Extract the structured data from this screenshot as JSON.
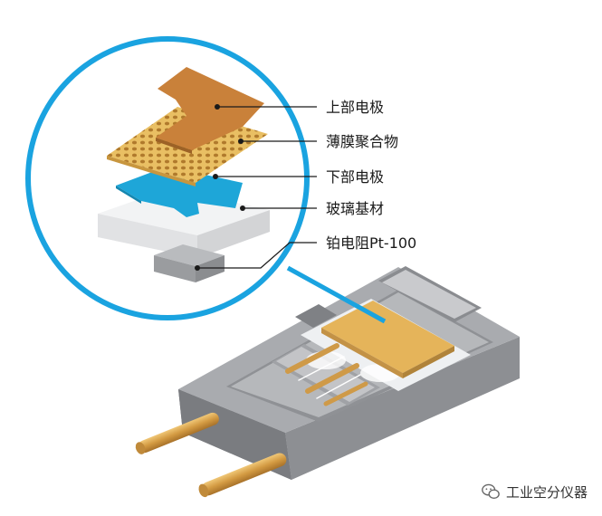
{
  "labels": {
    "top_electrode": "上部电极",
    "thin_film_polymer": "薄膜聚合物",
    "bottom_electrode": "下部电极",
    "glass_substrate": "玻璃基材",
    "pt_resistor": "铂电阻Pt-100"
  },
  "watermark": {
    "text": "工业空分仪器",
    "icon": "wechat-bubble-icon"
  },
  "colors": {
    "circle_outline": "#1aa3e0",
    "top_electrode": "#c9813a",
    "polymer": "#e9bf63",
    "polymer_dots": "#b07a2c",
    "bottom_electrode": "#1ea6d8",
    "glass": "#e9eaec",
    "housing": "#9c9ea2",
    "pins": "#d8a24b"
  }
}
